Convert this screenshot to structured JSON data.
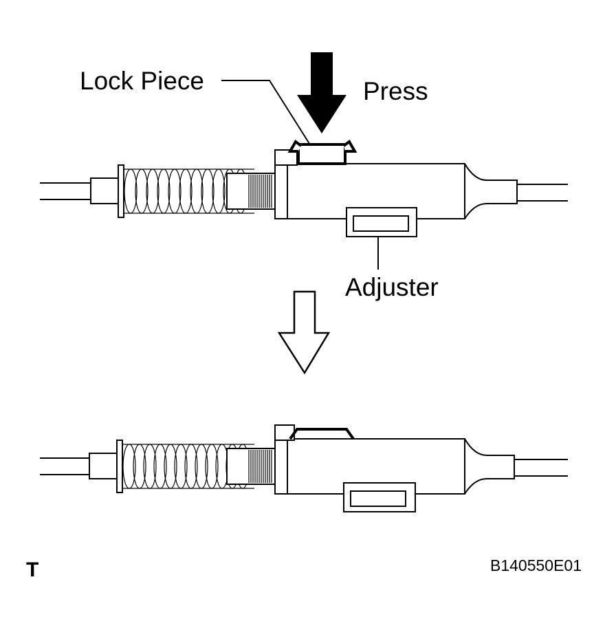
{
  "labels": {
    "lock_piece": "Lock Piece",
    "press": "Press",
    "adjuster": "Adjuster",
    "corner_mark": "T",
    "figure_id": "B140550E01"
  },
  "colors": {
    "line": "#000000",
    "background": "#ffffff"
  }
}
